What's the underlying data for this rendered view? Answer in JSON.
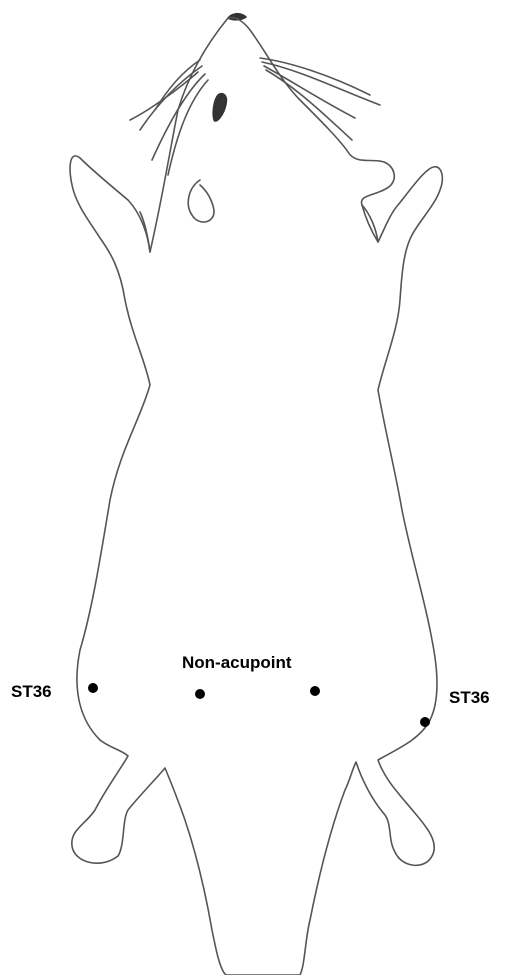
{
  "labels": {
    "st36_left": "ST36",
    "st36_right": "ST36",
    "non_acupoint": "Non-acupoint"
  },
  "colors": {
    "outline": "#555555",
    "point": "#000000",
    "background": "#ffffff"
  },
  "icons": {
    "body": "rat-outline-icon",
    "point": "dot-marker"
  }
}
